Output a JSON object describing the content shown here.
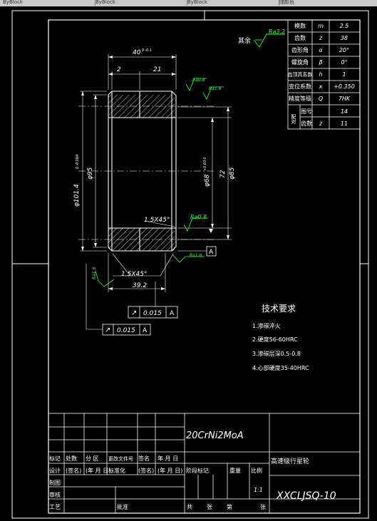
{
  "window": {
    "tabs": [
      "ByBlock",
      "ByBlock",
      "ByBlock",
      "随颜色"
    ]
  },
  "drawing": {
    "params_table": [
      {
        "name": "模数",
        "sym": "m",
        "val": "2.5"
      },
      {
        "name": "齿数",
        "sym": "z",
        "val": "38"
      },
      {
        "name": "齿形角",
        "sym": "α",
        "val": "20°"
      },
      {
        "name": "螺旋角",
        "sym": "β",
        "val": "0°"
      },
      {
        "name": "齿顶高系数",
        "sym": "h",
        "val": "1"
      },
      {
        "name": "变位系数",
        "sym": "x",
        "val": "+0.350"
      },
      {
        "name": "精度等级",
        "sym": "Q",
        "val": "7HK"
      }
    ],
    "mate_label": "配对",
    "mate_rows": [
      {
        "name": "图号",
        "sym": "",
        "val": "14"
      },
      {
        "name": "齿数",
        "sym": "z",
        "val": "11"
      }
    ],
    "remaining_note": "其余",
    "remaining_roughness": "Ra3.2",
    "dims": {
      "width_40": "40",
      "width_40_tol": "0 -0.1",
      "dim_2": "2",
      "dim_21": "21",
      "dia_101": "φ101.4",
      "dia_101_tol": "0 -0.084",
      "dia_95": "φ95",
      "dia_68": "φ68",
      "dia_68_tol": "+0.03 0",
      "dim_72": "72",
      "dia_85": "φ85",
      "chamfer_1": "1.5X45°",
      "chamfer_2": "1.5X45°",
      "dim_39": "39.2"
    },
    "roughness": {
      "r1": "Ra0.8",
      "r2": "Ra1.6",
      "r3": "Ra0.8",
      "r4": "Ra1.6",
      "r5": "Ra1.6"
    },
    "datum_a": "A",
    "gdt": [
      {
        "symbol": "↗",
        "value": "0.015",
        "datum": "A"
      },
      {
        "symbol": "↗",
        "value": "0.015",
        "datum": "A"
      }
    ],
    "tech_req_title": "技术要求",
    "tech_req_items": [
      "1.渗碳淬火",
      "2.硬度56-60HRC",
      "3.渗碳层深0.5-0.8",
      "4.心部硬度35-40HRC"
    ],
    "material": "20CrNi2MoA",
    "part_name": "高速级行星轮",
    "drawing_no": "XXCLJSQ-10",
    "title_block": {
      "row1": [
        "标记",
        "处数",
        "分 区",
        "更改文件号",
        "签名",
        "年 月 日"
      ],
      "row2": [
        "设计",
        "(签名)",
        "(年 月 日)",
        "标准化",
        "(签名)",
        "(年 月 日)"
      ],
      "row3": [
        "制图"
      ],
      "row4": [
        "审核"
      ],
      "row5": [
        "工艺",
        "",
        "批准"
      ],
      "stage_label": "阶段标记",
      "weight_label": "重量",
      "scale_label": "比例",
      "scale_value": "1:1",
      "sheet_row": [
        "共",
        "张",
        "第",
        "张"
      ]
    }
  }
}
